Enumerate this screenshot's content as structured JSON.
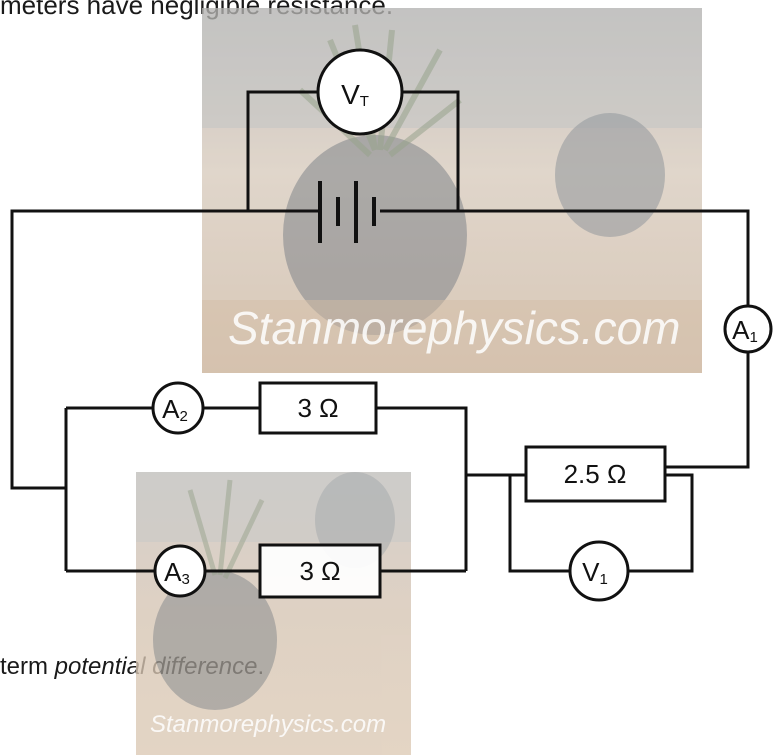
{
  "question": {
    "top_text": "meters have negligible resistance.",
    "bottom_text_plain": "term ",
    "bottom_text_italic": "potential difference",
    "bottom_text_end": "."
  },
  "watermarks": {
    "main": "Stanmorephysics.com",
    "secondary": "Stanmorephysics.com"
  },
  "circuit": {
    "voltmeter_terminal": {
      "letter": "V",
      "sub": "T"
    },
    "voltmeter_1": {
      "letter": "V",
      "sub": "1"
    },
    "ammeter_1": {
      "letter": "A",
      "sub": "1"
    },
    "ammeter_2": {
      "letter": "A",
      "sub": "2"
    },
    "ammeter_3": {
      "letter": "A",
      "sub": "3"
    },
    "resistor_top": "3 Ω",
    "resistor_bottom": "3 Ω",
    "resistor_right": "2.5 Ω"
  },
  "colors": {
    "wire": "#111111",
    "photo_bg": "#d9cfc4",
    "plant_pot": "#4f555c",
    "text": "#1a1a1a"
  }
}
